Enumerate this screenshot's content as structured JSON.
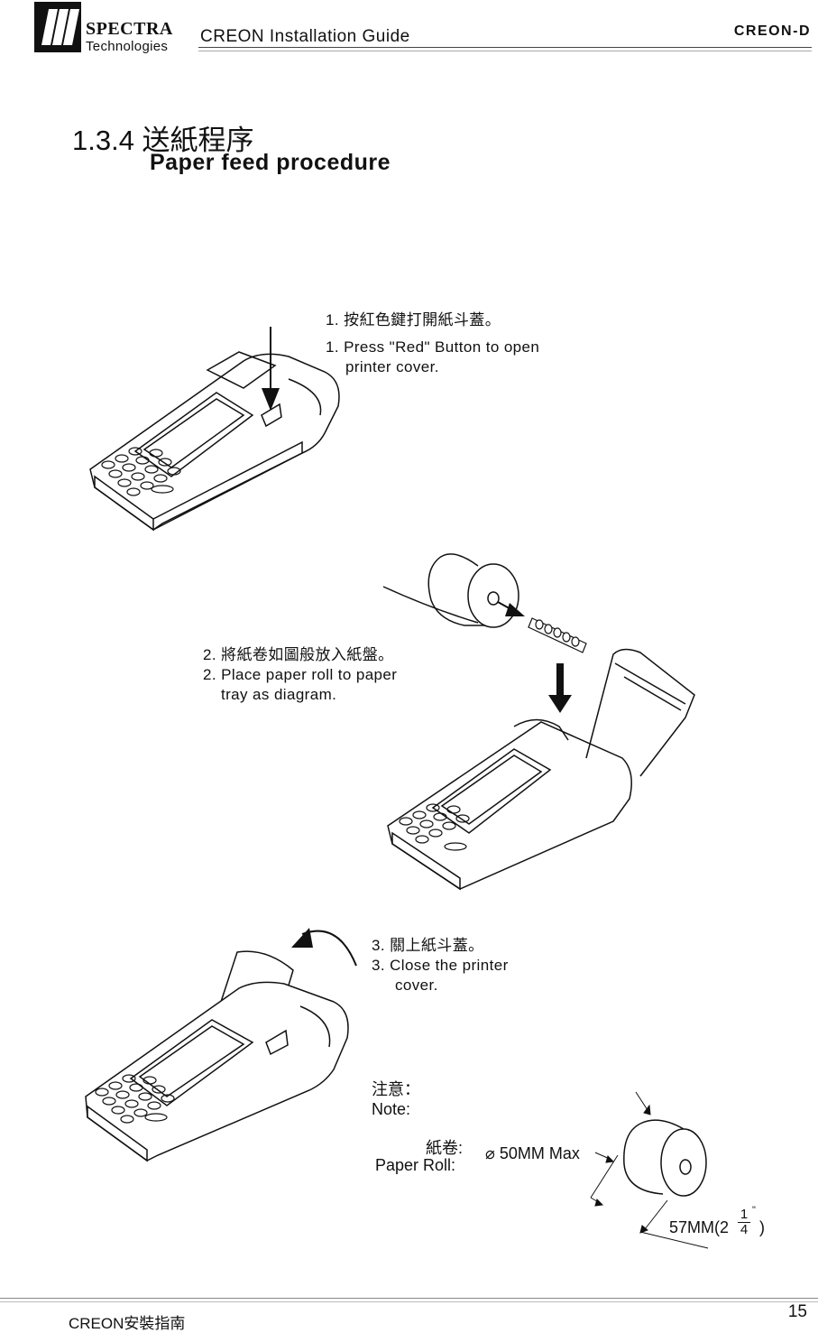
{
  "header": {
    "brand_name": "SPECTRA",
    "brand_sub": "Technologies",
    "guide_title": "CREON Installation Guide",
    "model": "CREON-D"
  },
  "section": {
    "number_title": "1.3.4 送紙程序",
    "subtitle": "Paper feed procedure"
  },
  "steps": [
    {
      "zh": "1. 按紅色鍵打開紙斗蓋。",
      "en_line1": "1. Press \"Red\" Button to open",
      "en_line2": "printer cover."
    },
    {
      "zh": "2. 將紙卷如圖般放入紙盤。",
      "en_line1": "2. Place paper roll to paper",
      "en_line2": "tray as diagram."
    },
    {
      "zh": "3. 關上紙斗蓋。",
      "en_line1": "3. Close the printer",
      "en_line2": "cover."
    }
  ],
  "note": {
    "zh": "注意：",
    "en": "Note:",
    "roll_zh": "紙卷:",
    "roll_en": "Paper Roll:",
    "diameter": "⌀ 50MM Max",
    "width_label": "57MM(2",
    "width_num": "1",
    "width_den": "4",
    "width_inch": "\"",
    "width_close": ")"
  },
  "footer": {
    "left": "CREON安裝指南",
    "page": "15"
  }
}
